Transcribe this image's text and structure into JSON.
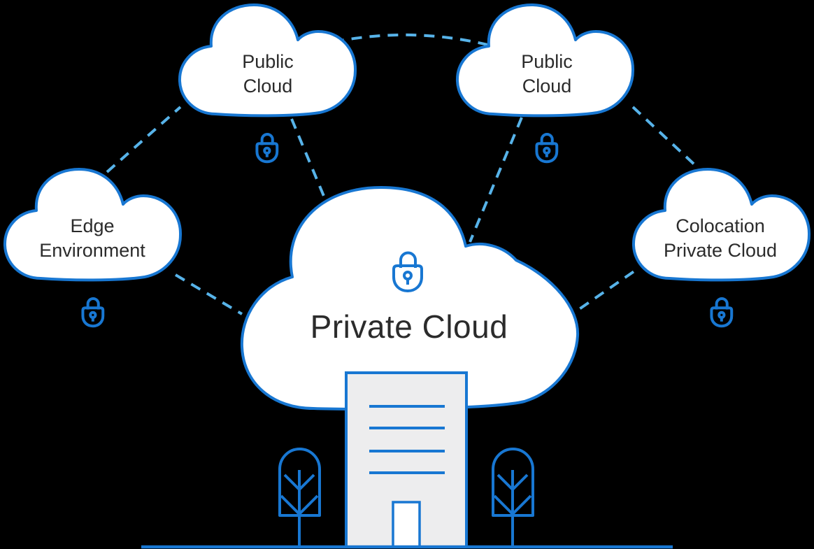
{
  "colors": {
    "background": "#000000",
    "cloud_outline": "#1877d2",
    "cloud_fill": "#ffffff",
    "dash": "#57b3e9",
    "text": "#2b2b2b",
    "icon": "#1877d2",
    "building_fill": "#ededee"
  },
  "clouds": {
    "public_left": {
      "line1": "Public",
      "line2": "Cloud"
    },
    "public_right": {
      "line1": "Public",
      "line2": "Cloud"
    },
    "edge": {
      "line1": "Edge",
      "line2": "Environment"
    },
    "colocation": {
      "line1": "Colocation",
      "line2": "Private Cloud"
    },
    "private": {
      "label": "Private Cloud"
    }
  },
  "icons": {
    "lock": "lock-icon",
    "building": "office-building-icon",
    "tree": "tree-icon",
    "ground": "ground-line"
  }
}
